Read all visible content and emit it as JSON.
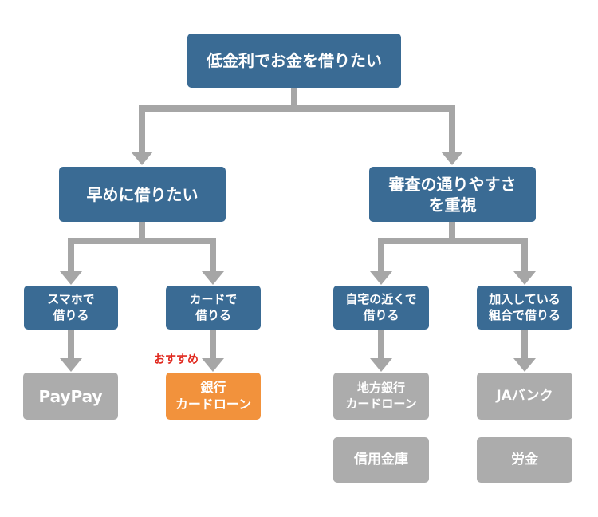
{
  "diagram": {
    "root": {
      "label": "低金利でお金を借りたい"
    },
    "branch_speed": {
      "label": "早めに借りたい"
    },
    "branch_screening": {
      "line1": "審査の通りやすさ",
      "line2": "を重視"
    },
    "node_smartphone": {
      "line1": "スマホで",
      "line2": "借りる"
    },
    "node_card": {
      "line1": "カードで",
      "line2": "借りる"
    },
    "node_near_home": {
      "line1": "自宅の近くで",
      "line2": "借りる"
    },
    "node_union": {
      "line1": "加入している",
      "line2": "組合で借りる"
    },
    "leaf_paypay": {
      "label": "PayPay"
    },
    "leaf_bank_cardloan": {
      "line1": "銀行",
      "line2": "カードローン",
      "badge": "おすすめ"
    },
    "leaf_regional_bank": {
      "line1": "地方銀行",
      "line2": "カードローン"
    },
    "leaf_ja_bank": {
      "label": "JAバンク"
    },
    "leaf_shinkin": {
      "label": "信用金庫"
    },
    "leaf_rokin": {
      "label": "労金"
    },
    "colors": {
      "node_blue": "#3A6B94",
      "node_gray": "#ACACAC",
      "node_orange": "#F2923C",
      "arrow_gray": "#A6A6A6",
      "badge_red": "#E0281E",
      "text_white": "#FFFFFF"
    }
  }
}
